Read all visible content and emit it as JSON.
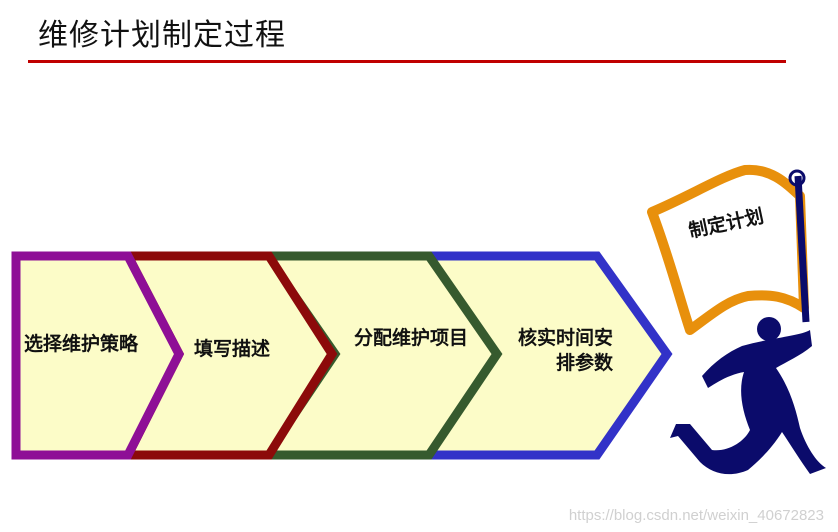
{
  "title": "维修计划制定过程",
  "steps": [
    {
      "label": "选择维护策略",
      "border_color": "#8e0f96"
    },
    {
      "label": "填写描述",
      "border_color": "#8c0a0a"
    },
    {
      "label": "分配维护项目",
      "border_color": "#365a2e"
    },
    {
      "label_line1": "核实时间安",
      "label_line2": "排参数",
      "border_color": "#3232c8"
    }
  ],
  "fill_color": "#fcfcc8",
  "flag_label": "制定计划",
  "figure_icon": "running-person-with-flag-icon",
  "colors": {
    "title_rule": "#c00000",
    "flag": "#e8900c",
    "figure": "#0b0b6b"
  },
  "watermark": "https://blog.csdn.net/weixin_40672823"
}
